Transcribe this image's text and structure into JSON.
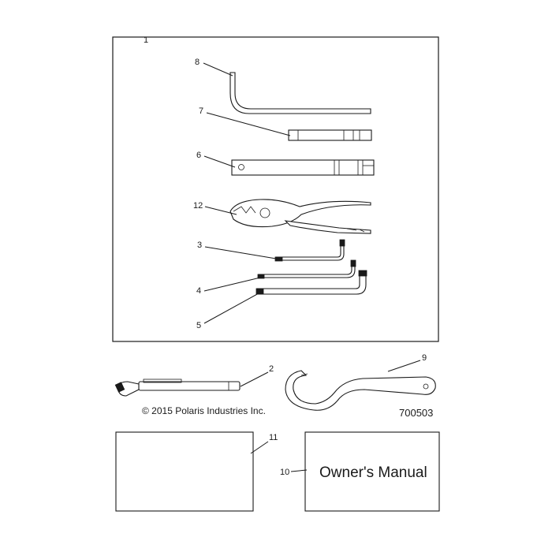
{
  "diagram": {
    "callouts": {
      "c1": "1",
      "c2": "2",
      "c3": "3",
      "c4": "4",
      "c5": "5",
      "c6": "6",
      "c7": "7",
      "c8": "8",
      "c9": "9",
      "c10": "10",
      "c11": "11",
      "c12": "12"
    },
    "copyright": "© 2015 Polaris Industries Inc.",
    "drawing_number": "700503",
    "manual_label": "Owner's Manual"
  }
}
